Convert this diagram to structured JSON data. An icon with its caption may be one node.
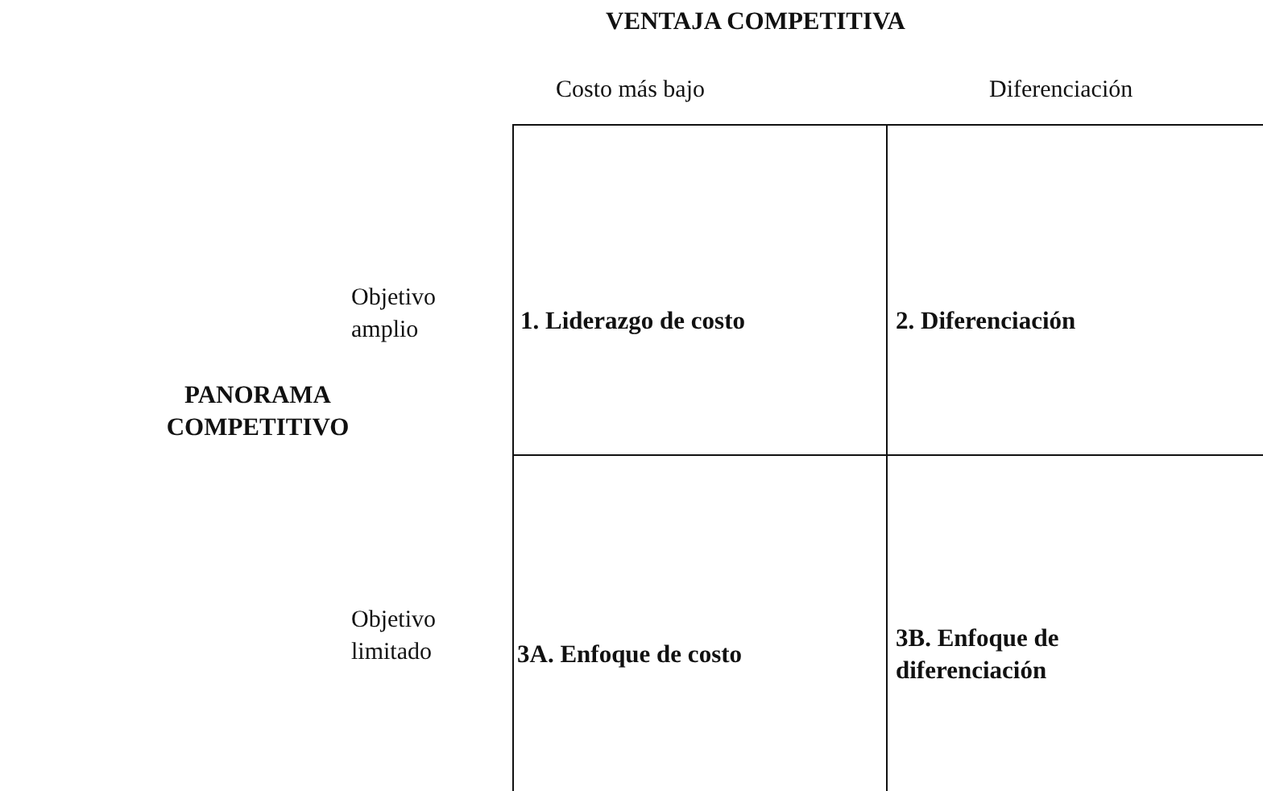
{
  "diagram": {
    "nodes": [
      {
        "text": [
          "1. Liderazgo de costo"
        ]
      },
      {
        "text": [
          "2. Diferenciación"
        ]
      },
      {
        "text": [
          "3A. Enfoque de costo"
        ]
      },
      {
        "text": [
          "3B. Enfoque de diferenciación"
        ]
      }
    ],
    "labels": [
      "VENTAJA COMPETITIVA",
      "Costo más bajo",
      "Diferenciación",
      "Objetivo amplio",
      "PANORAMA COMPETITIVO",
      "Objetivo limitado"
    ]
  }
}
